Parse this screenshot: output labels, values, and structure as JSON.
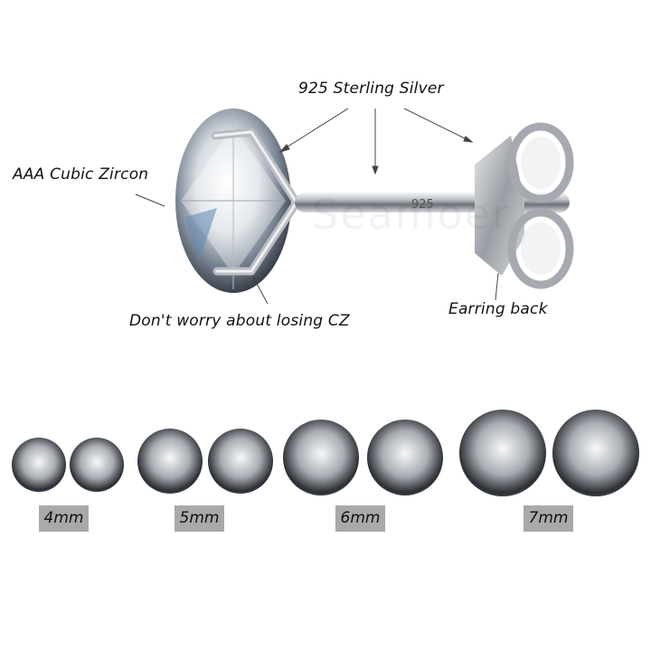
{
  "product": {
    "callouts": {
      "material": "925 Sterling Silver",
      "stone": "AAA Cubic Zircon",
      "setting": "Don't worry about losing CZ",
      "back": "Earring back"
    },
    "post_stamp": "925",
    "watermark": "Seamoer"
  },
  "sizes": [
    {
      "label": "4mm",
      "diameter": 60
    },
    {
      "label": "5mm",
      "diameter": 72
    },
    {
      "label": "6mm",
      "diameter": 84
    },
    {
      "label": "7mm",
      "diameter": 96
    }
  ],
  "colors": {
    "label_bg": "#a9a9a9",
    "text": "#111111",
    "silver": "#c9ccd0"
  }
}
